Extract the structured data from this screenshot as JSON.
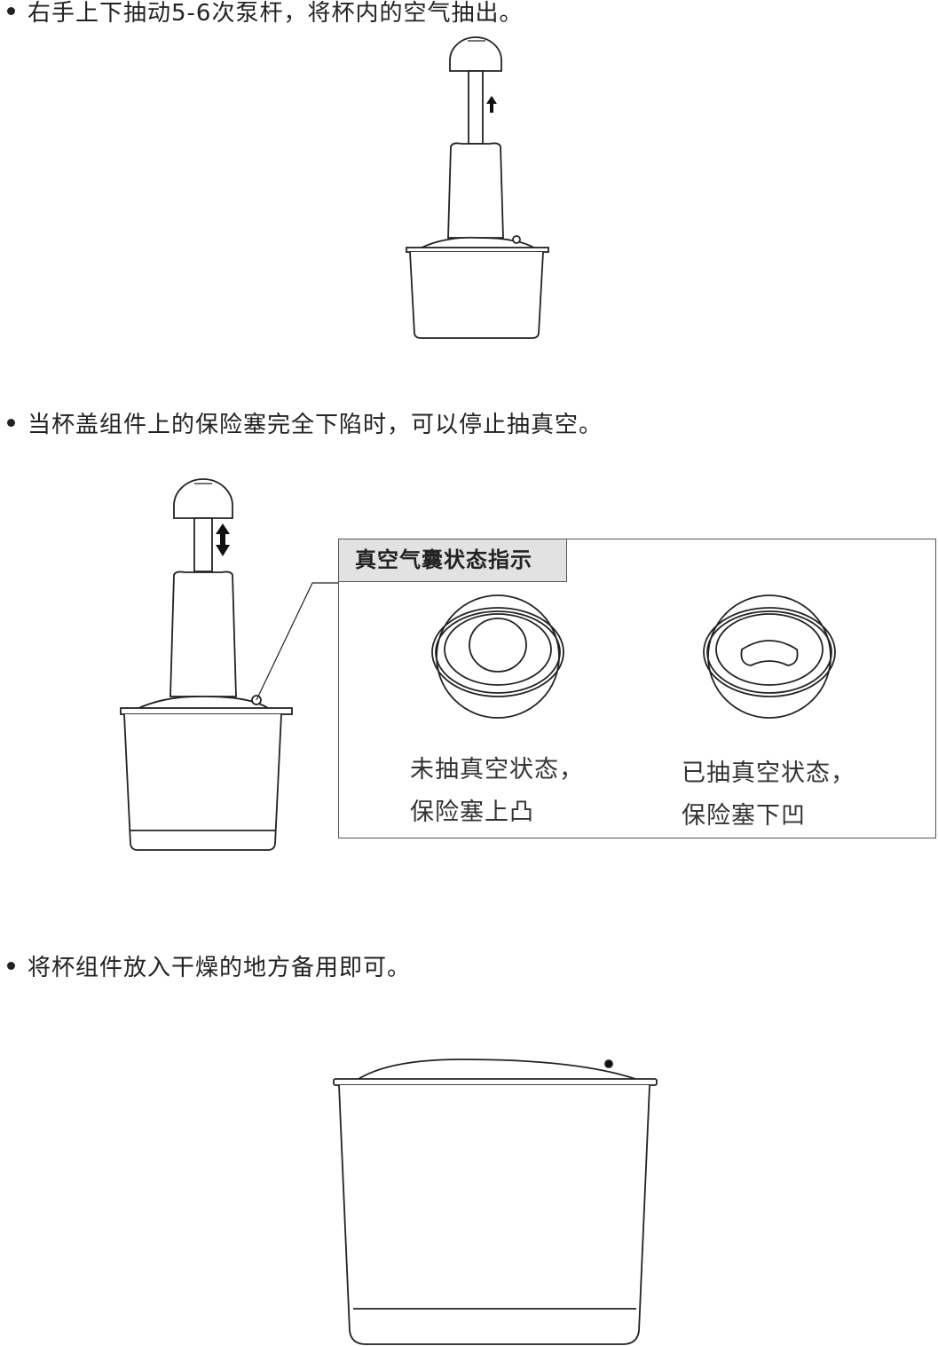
{
  "steps": [
    {
      "text": "右手上下抽动5-6次泵杆，将杯内的空气抽出。"
    },
    {
      "text": "当杯盖组件上的保险塞完全下陷时，可以停止抽真空。"
    },
    {
      "text": "将杯组件放入干燥的地方备用即可。"
    }
  ],
  "indicator": {
    "title": "真空气囊状态指示",
    "states": [
      {
        "line1": "未抽真空状态，",
        "line2": "保险塞上凸"
      },
      {
        "line1": "已抽真空状态，",
        "line2": "保险塞下凹"
      }
    ]
  }
}
